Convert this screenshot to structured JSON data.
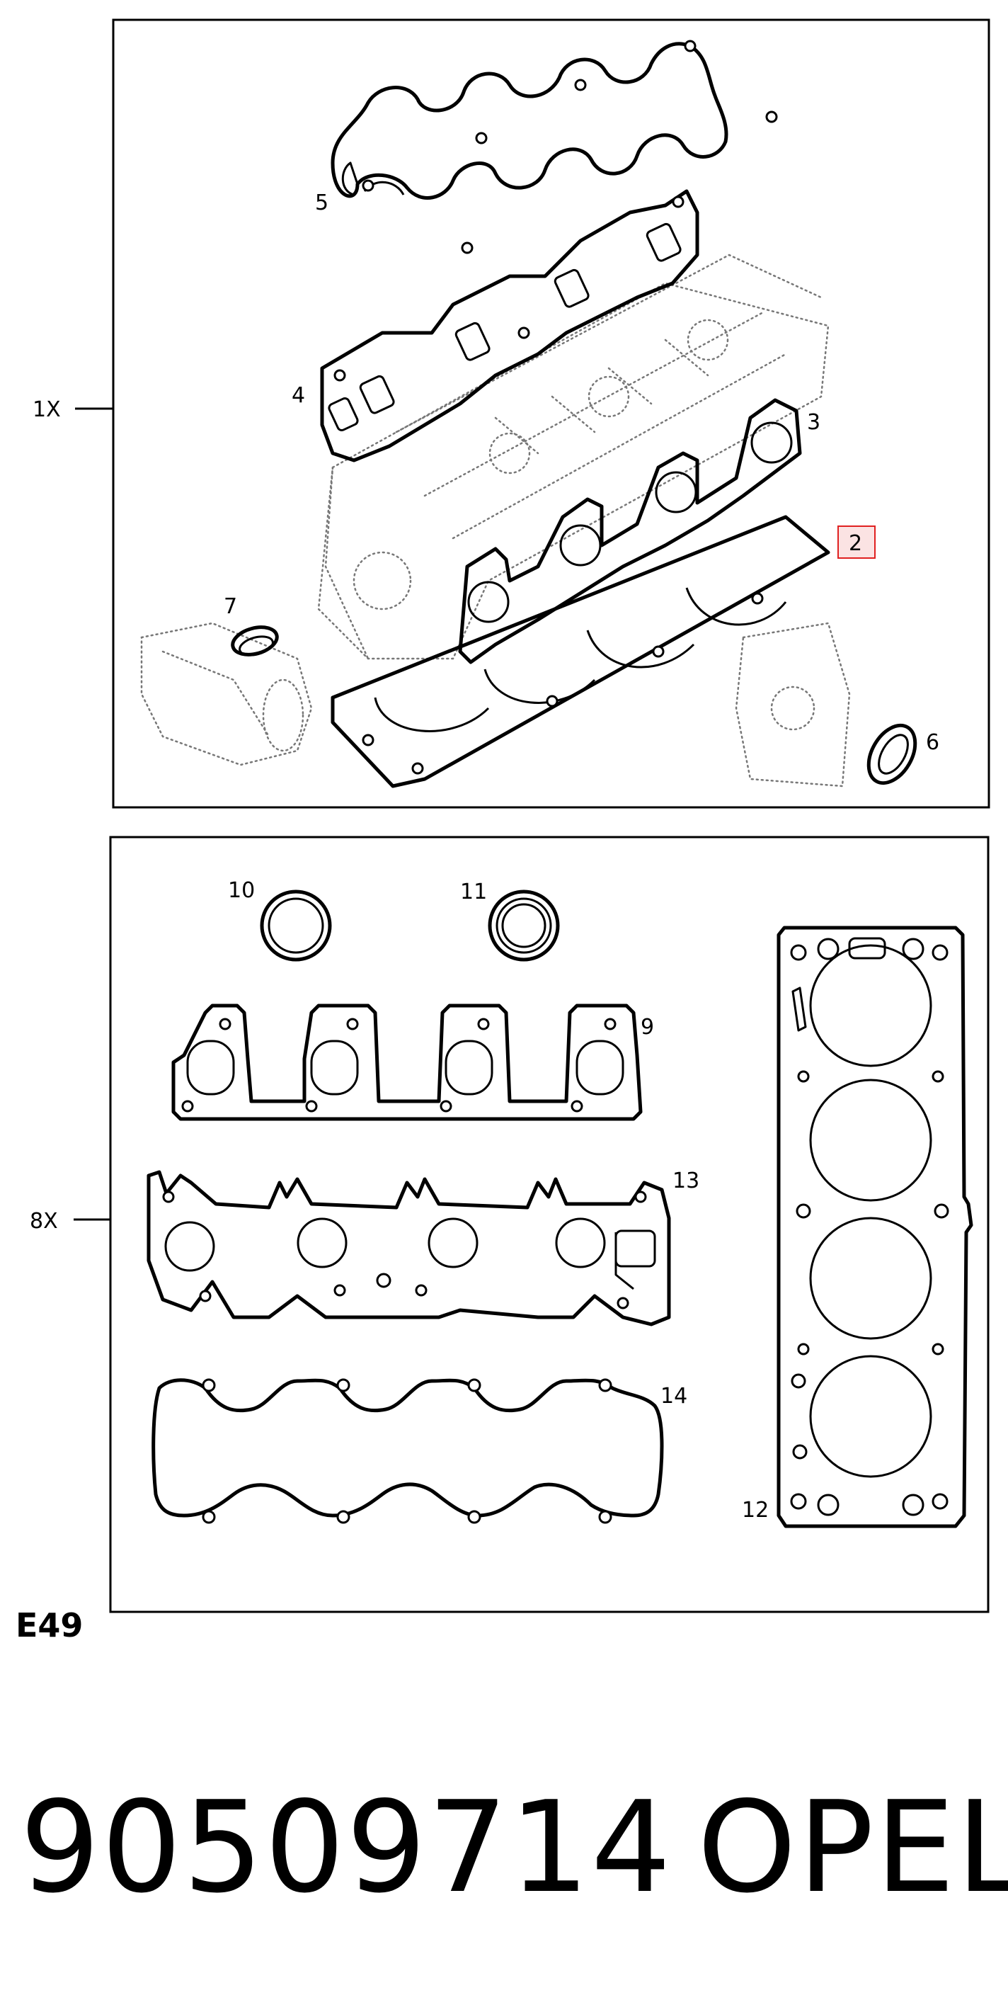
{
  "sets": {
    "upper_qty": "1X",
    "lower_qty": "8X"
  },
  "callouts": {
    "c2": "2",
    "c3": "3",
    "c4": "4",
    "c5": "5",
    "c6": "6",
    "c7": "7",
    "c9": "9",
    "c10": "10",
    "c11": "11",
    "c12": "12",
    "c13": "13",
    "c14": "14"
  },
  "highlight_color": "#e02020",
  "highlight_fill": "#fbe3e3",
  "diagram_code": "E49",
  "part_number": "90509714",
  "brand": "OPEL"
}
